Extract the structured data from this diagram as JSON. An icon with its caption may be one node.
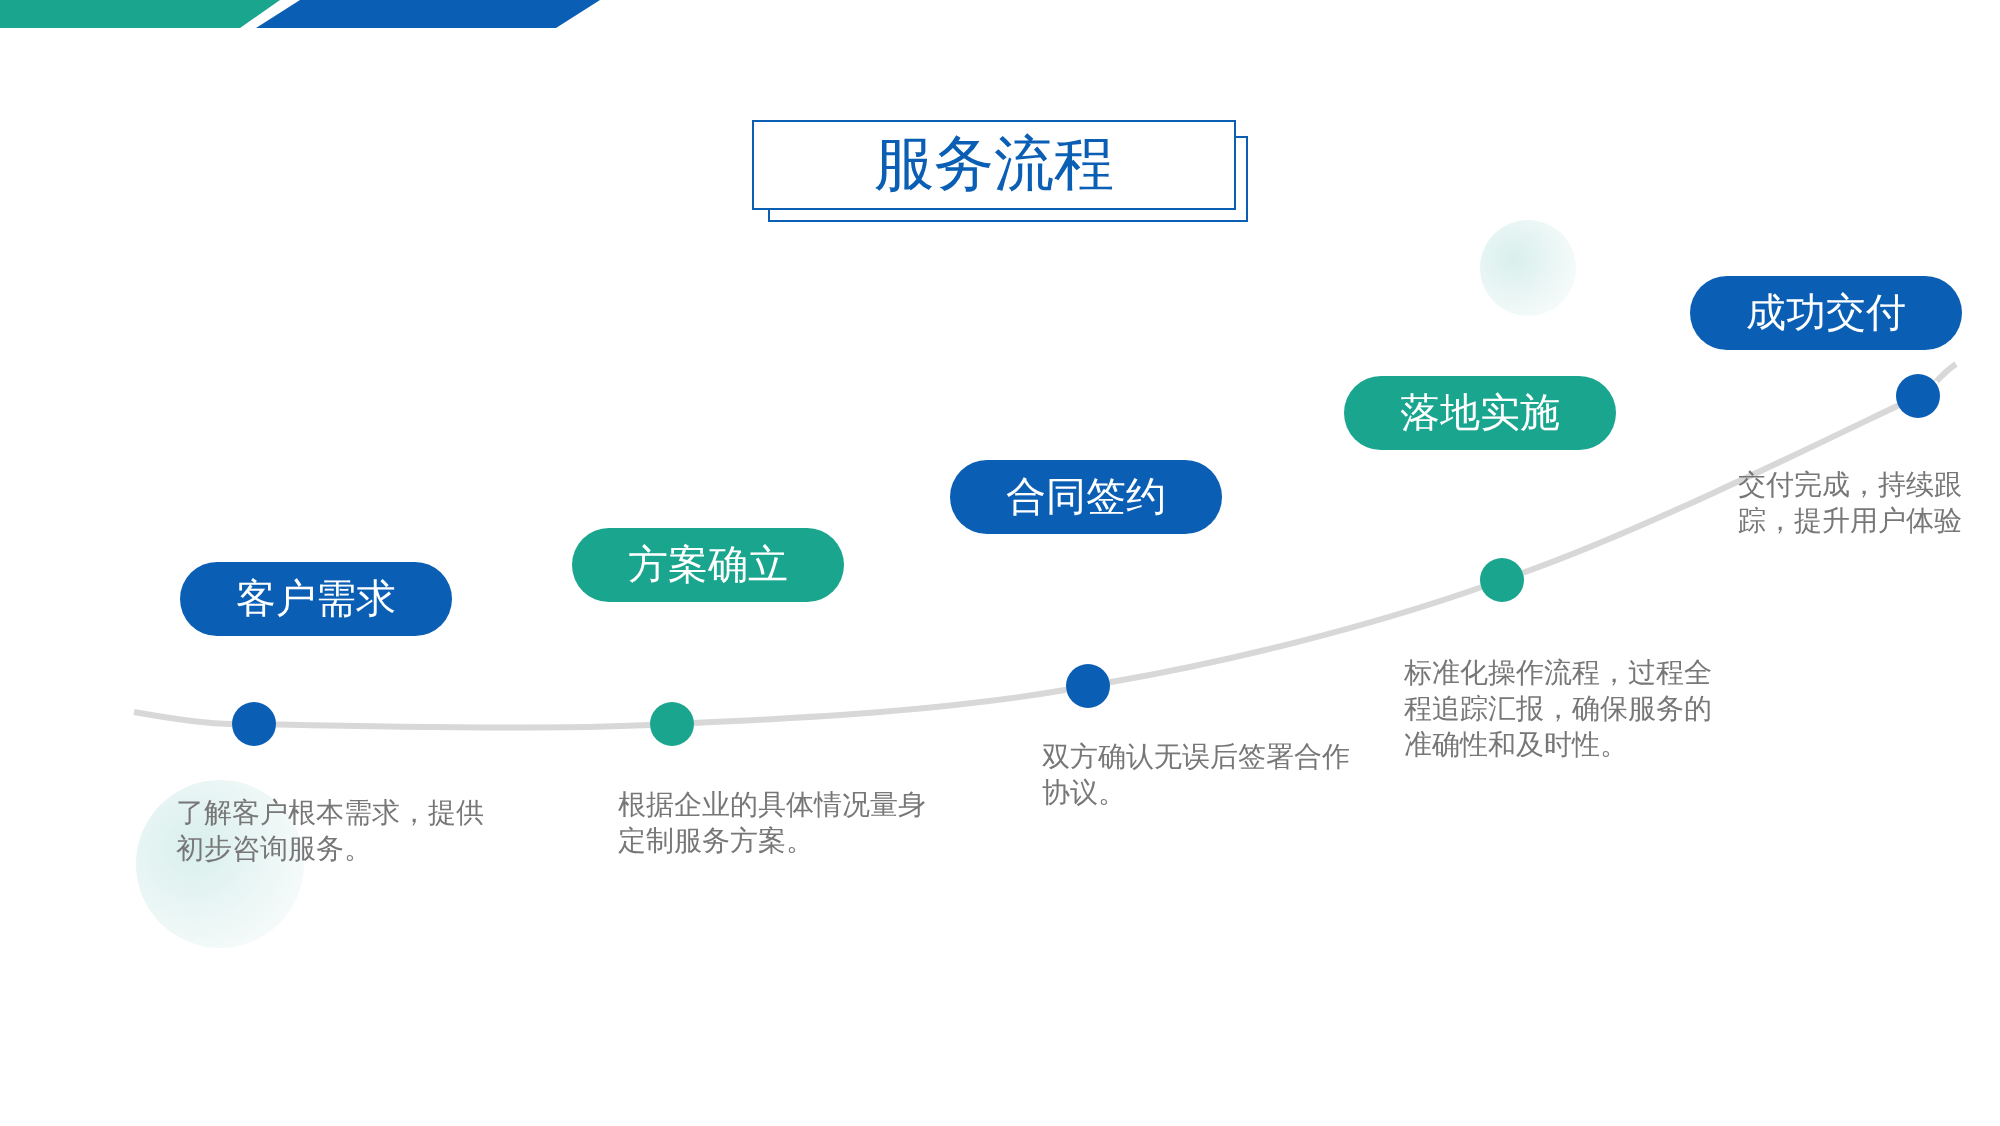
{
  "diagram": {
    "title": "服务流程",
    "nodes": [
      {
        "text": [
          "客户需求"
        ]
      },
      {
        "text": [
          "方案确立"
        ]
      },
      {
        "text": [
          "合同签约"
        ]
      },
      {
        "text": [
          "落地实施"
        ]
      },
      {
        "text": [
          "成功交付"
        ]
      },
      {
        "text": [],
        "shape": "circle",
        "beside": [
          "了解客户根本需求，提供初步咨询服务。"
        ]
      },
      {
        "text": [],
        "shape": "circle",
        "beside": [
          "根据企业的具体情况量身定制服务方案。"
        ]
      },
      {
        "text": [],
        "shape": "circle",
        "beside": [
          "双方确认无误后签署合作协议。"
        ]
      },
      {
        "text": [],
        "shape": "circle",
        "beside": [
          "标准化操作流程，过程全程追踪汇报，确保服务的准确性和及时性。"
        ]
      },
      {
        "text": [],
        "shape": "circle",
        "beside": [
          "交付完成，持续跟踪，提升用户体验"
        ]
      }
    ],
    "edges": [
      {
        "from": null,
        "to": 5,
        "arrow": "none"
      },
      {
        "from": 5,
        "to": 6,
        "arrow": "none"
      },
      {
        "from": 6,
        "to": 7,
        "arrow": "none"
      },
      {
        "from": 7,
        "to": 8,
        "arrow": "none"
      },
      {
        "from": 8,
        "to": 9,
        "arrow": "none"
      },
      {
        "from": 9,
        "to": null,
        "arrow": "none"
      }
    ]
  }
}
